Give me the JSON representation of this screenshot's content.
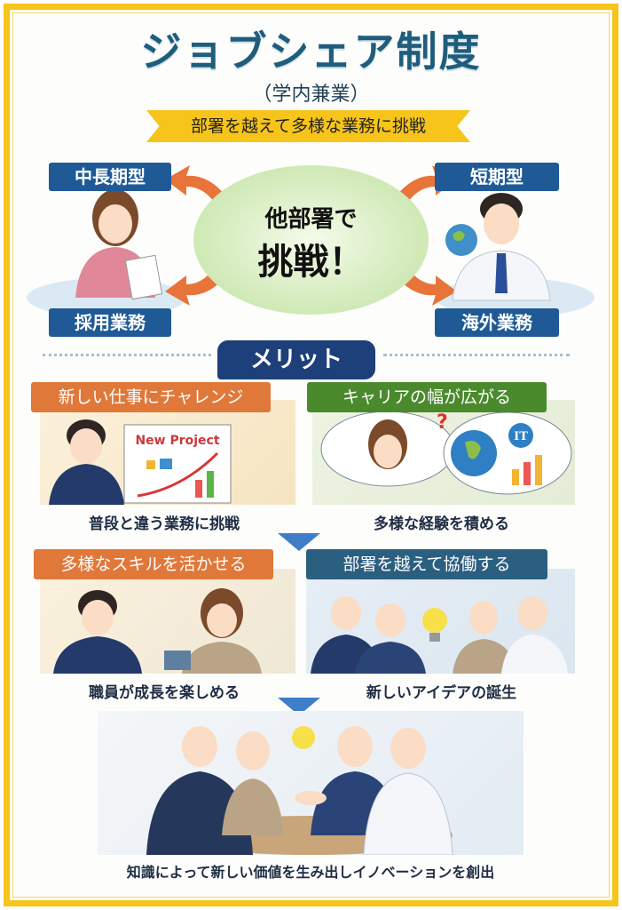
{
  "header": {
    "title": "ジョブシェア制度",
    "subtitle": "（学内兼業）",
    "ribbon": "部署を越えて多様な業務に挑戦"
  },
  "overview": {
    "center_line1": "他部署で",
    "center_line2": "挑戦！",
    "types": {
      "long_term": "中長期型",
      "short_term": "短期型"
    },
    "examples": {
      "recruiting": "採用業務",
      "overseas": "海外業務"
    }
  },
  "merits": {
    "heading": "メリット",
    "cards": [
      {
        "title": "新しい仕事にチャレンジ",
        "caption": "普段と違う業務に挑戦",
        "color": "#e0783a",
        "image_text": "New Project"
      },
      {
        "title": "キャリアの幅が広がる",
        "caption": "多様な経験を積める",
        "color": "#4a8a2c",
        "image_text": "IT"
      },
      {
        "title": "多様なスキルを活かせる",
        "caption": "職員が成長を楽しめる",
        "color": "#e0783a"
      },
      {
        "title": "部署を越えて協働する",
        "caption": "新しいアイデアの誕生",
        "color": "#2b5f80"
      }
    ],
    "conclusion": "知識によって新しい価値を生み出しイノベーションを創出"
  }
}
